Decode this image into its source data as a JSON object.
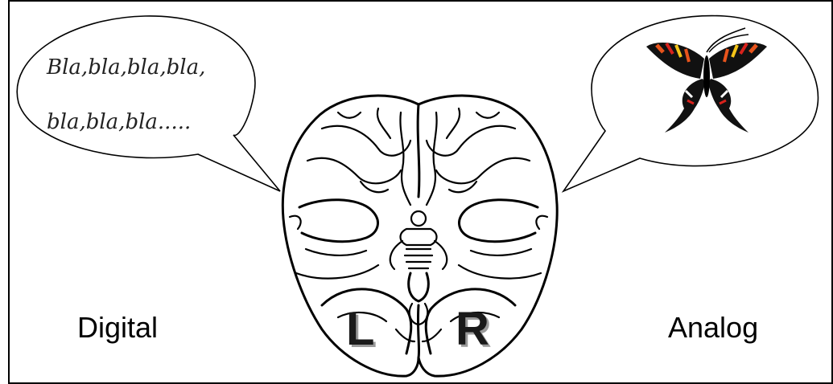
{
  "left_bubble": {
    "line1": "Bla,bla,bla,bla,",
    "line2": "bla,bla,bla....."
  },
  "labels": {
    "left": "Digital",
    "right": "Analog"
  },
  "hemispheres": {
    "left": "L",
    "right": "R"
  },
  "icons": {
    "brain": "brain-icon",
    "butterfly": "butterfly-icon"
  },
  "colors": {
    "butterfly_body": "#000000",
    "butterfly_orange": "#e8541c",
    "butterfly_red": "#d8221c",
    "butterfly_yellow": "#f4c418",
    "frame": "#000000"
  }
}
